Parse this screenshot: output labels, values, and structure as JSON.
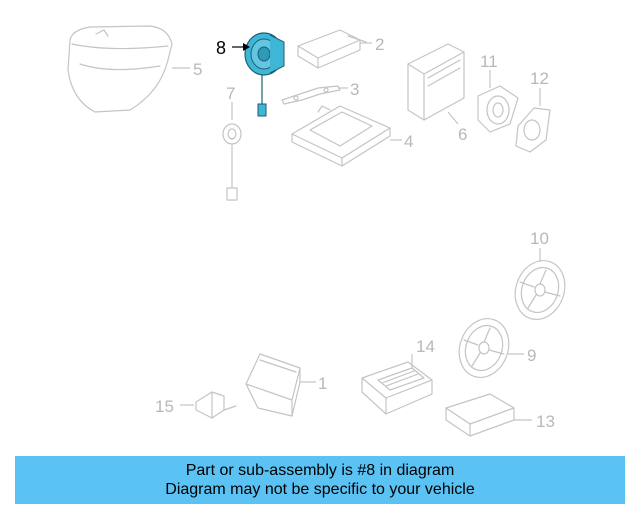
{
  "diagram": {
    "highlighted_part": "8",
    "highlight_color": "#3fb6d6",
    "callouts": {
      "c1": "1",
      "c2": "2",
      "c3": "3",
      "c4": "4",
      "c5": "5",
      "c6": "6",
      "c7": "7",
      "c8": "8",
      "c9": "9",
      "c10": "10",
      "c11": "11",
      "c12": "12",
      "c13": "13",
      "c14": "14",
      "c15": "15"
    }
  },
  "banner": {
    "color": "#5bc2f4",
    "line1": "Part or sub-assembly is #8 in diagram",
    "line2": "Diagram may not be specific to your vehicle"
  }
}
